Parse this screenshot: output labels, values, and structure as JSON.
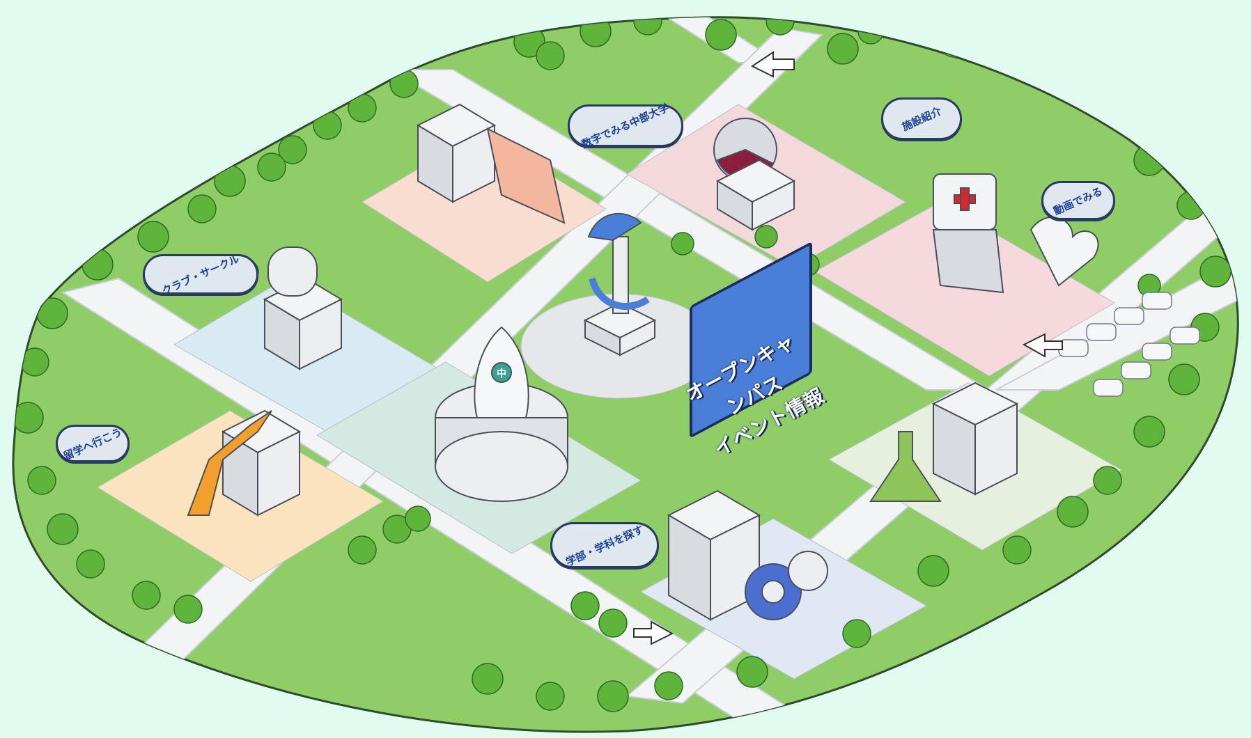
{
  "map": {
    "title": [
      "オープンキャンパス",
      "イベント情報"
    ],
    "hotspots": {
      "clubs": "クラブ・サークル",
      "numbers": "数字でみる中部大学",
      "facilities": "施設紹介",
      "video": "動画でみる",
      "study_abroad": "留学へ行こう",
      "departments": "学部・学科を探す"
    },
    "badge": "中"
  },
  "colors": {
    "background": "#e2fbf1",
    "grass": "#8fce67",
    "road": "#f3f4f6",
    "billboard": "#4a7fd9",
    "accent_blue": "#1c3f9e"
  }
}
